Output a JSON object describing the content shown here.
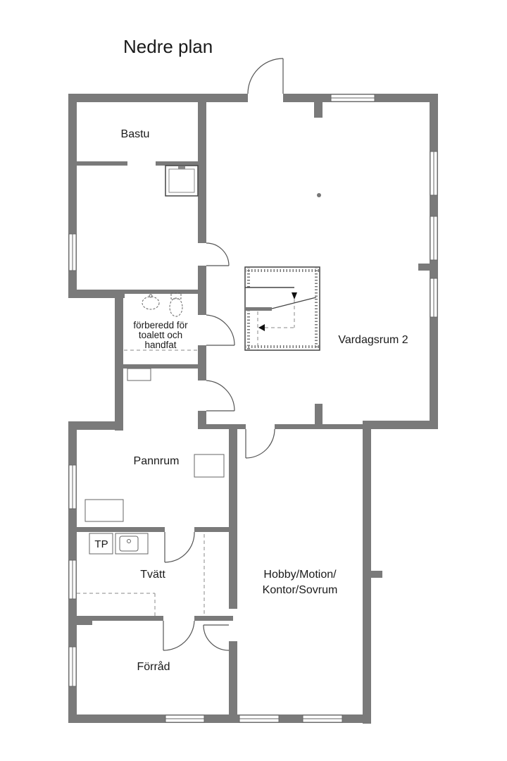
{
  "title": "Nedre plan",
  "rooms": {
    "bastu": "Bastu",
    "wc_line1": "förberedd för",
    "wc_line2": "toalett och",
    "wc_line3": "handfat",
    "vardagsrum": "Vardagsrum 2",
    "pannrum": "Pannrum",
    "tp": "TP",
    "tvatt": "Tvätt",
    "hobby_line1": "Hobby/Motion/",
    "hobby_line2": "Kontor/Sovrum",
    "forrad": "Förråd"
  },
  "colors": {
    "wall": "#7a7a7a",
    "line": "#555555",
    "text": "#1a1a1a"
  }
}
